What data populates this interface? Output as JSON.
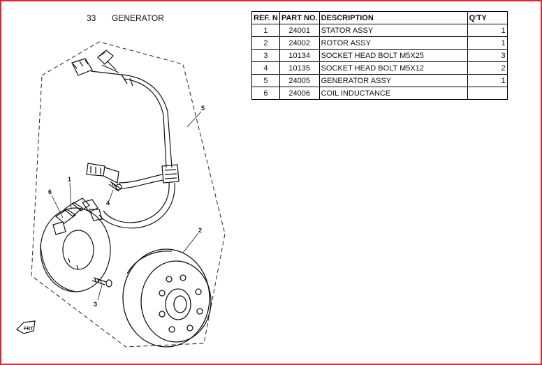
{
  "section": {
    "number": "33",
    "title": "GENERATOR"
  },
  "table": {
    "headers": {
      "ref": "REF. N",
      "part": "PART NO.",
      "desc": "DESCRIPTION",
      "qty": "Q'TY"
    },
    "rows": [
      {
        "ref": "1",
        "part": "24001",
        "desc": "STATOR ASSY",
        "qty": "1"
      },
      {
        "ref": "2",
        "part": "24002",
        "desc": "ROTOR ASSY",
        "qty": "1"
      },
      {
        "ref": "3",
        "part": "10134",
        "desc": "SOCKET HEAD BOLT M5X25",
        "qty": "3"
      },
      {
        "ref": "4",
        "part": "10135",
        "desc": "SOCKET HEAD BOLT M5X12",
        "qty": "2"
      },
      {
        "ref": "5",
        "part": "24005",
        "desc": "GENERATOR ASSY",
        "qty": "1"
      },
      {
        "ref": "6",
        "part": "24006",
        "desc": "COIL INDUCTANCE",
        "qty": ""
      }
    ]
  },
  "diagram": {
    "callouts": [
      "1",
      "2",
      "3",
      "4",
      "5",
      "6"
    ],
    "logo_text": "FRT"
  }
}
